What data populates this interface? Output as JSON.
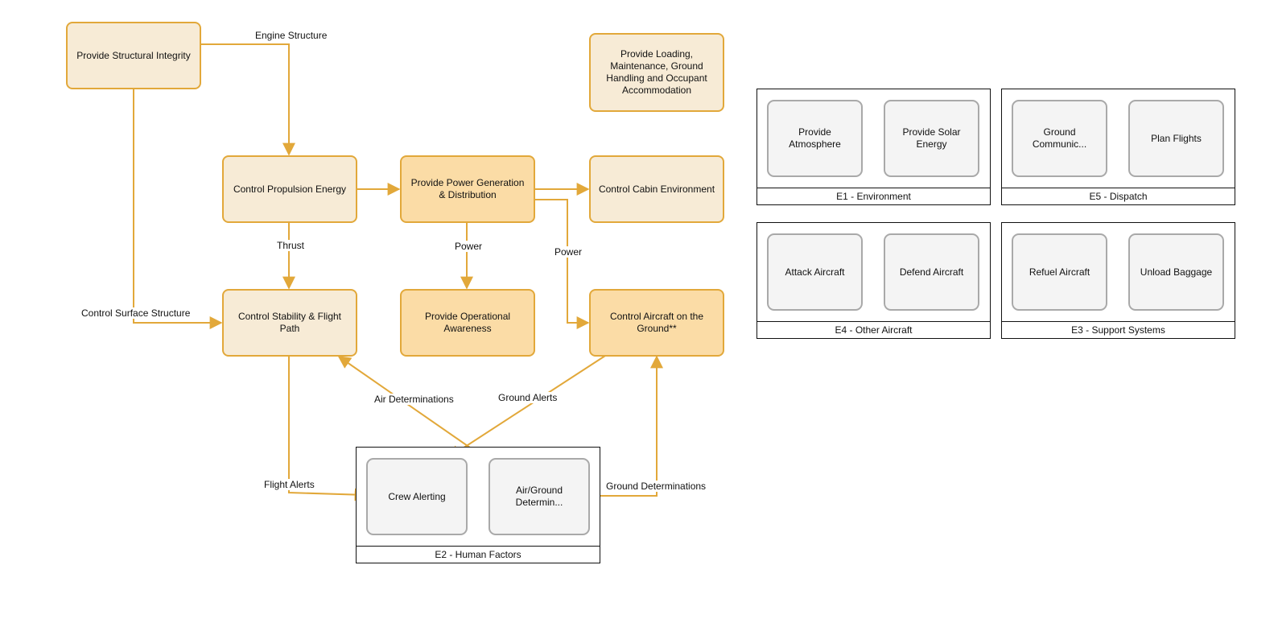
{
  "functions": {
    "structural": "Provide Structural Integrity",
    "loading": "Provide Loading, Maintenance, Ground Handling and Occupant Accommodation",
    "propulsion": "Control Propulsion Energy",
    "power_gen": "Provide Power Generation & Distribution",
    "cabin": "Control Cabin Environment",
    "stability": "Control Stability & Flight Path",
    "awareness": "Provide Operational Awareness",
    "ground_ctrl": "Control Aircraft on the Ground**"
  },
  "human_factors": {
    "title": "E2 - Human Factors",
    "items": [
      "Crew Alerting",
      "Air/Ground Determin..."
    ]
  },
  "environments": [
    {
      "title": "E1 - Environment",
      "items": [
        "Provide Atmosphere",
        "Provide Solar Energy"
      ]
    },
    {
      "title": "E5 - Dispatch",
      "items": [
        "Ground Communic...",
        "Plan Flights"
      ]
    },
    {
      "title": "E4 - Other Aircraft",
      "items": [
        "Attack Aircraft",
        "Defend Aircraft"
      ]
    },
    {
      "title": "E3 - Support Systems",
      "items": [
        "Refuel Aircraft",
        "Unload Baggage"
      ]
    }
  ],
  "edge_labels": {
    "engine_structure": "Engine Structure",
    "thrust": "Thrust",
    "power_1": "Power",
    "power_2": "Power",
    "control_surface": "Control Surface Structure",
    "air_determinations": "Air Determinations",
    "ground_alerts": "Ground Alerts",
    "flight_alerts": "Flight Alerts",
    "ground_determinations": "Ground Determinations"
  },
  "colors": {
    "connector": "#e2a83a",
    "function_fill_light": "#f7ebd6",
    "function_fill_strong": "#fbdca6",
    "external_fill": "#f4f4f4",
    "external_border": "#a9a9a9"
  }
}
